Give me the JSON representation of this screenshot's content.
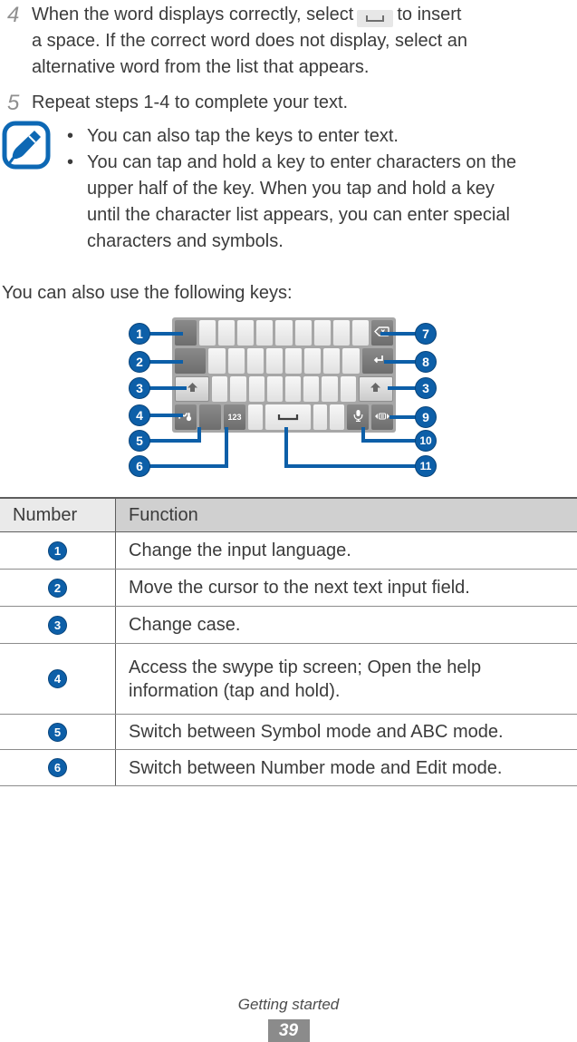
{
  "steps": [
    {
      "number": "4",
      "line1_before_icon": "When the word displays correctly, select",
      "line1_after_icon": "to insert",
      "line2": "a space. If the correct word does not display, select an",
      "line3": "alternative word from the list that appears."
    },
    {
      "number": "5",
      "text": "Repeat steps 1-4 to complete your text."
    }
  ],
  "note": {
    "icon": "note-pencil-icon",
    "items": [
      {
        "lines": [
          "You can also tap the keys to enter text."
        ]
      },
      {
        "lines": [
          "You can tap and hold a key to enter characters on the",
          "upper half of the key. When you tap and hold a key",
          "until the character list appears, you can enter special",
          "characters and symbols."
        ]
      }
    ]
  },
  "keys_intro": "You can also use the following keys:",
  "keyboard": {
    "label_123": "123",
    "icons": [
      "language-key",
      "backspace-key-icon",
      "cursor-next-key",
      "enter-key-icon",
      "shift-key-icon",
      "swype-tip-key-icon",
      "symbol-key",
      "number-key",
      "space-key-icon",
      "mic-key-icon",
      "keyboard-mode-key-icon"
    ],
    "callouts_left": [
      "1",
      "2",
      "3",
      "4",
      "5",
      "6"
    ],
    "callouts_right": [
      "7",
      "8",
      "3",
      "9",
      "10",
      "11"
    ]
  },
  "table": {
    "headers": [
      "Number",
      "Function"
    ],
    "rows": [
      {
        "number": "1",
        "function": "Change the input language."
      },
      {
        "number": "2",
        "function": "Move the cursor to the next text input field."
      },
      {
        "number": "3",
        "function": "Change case."
      },
      {
        "number": "4",
        "function": "Access the swype tip screen; Open the help information (tap and hold)."
      },
      {
        "number": "5",
        "function": "Switch between Symbol mode and ABC mode."
      },
      {
        "number": "6",
        "function": "Switch between Number mode and Edit mode."
      }
    ]
  },
  "footer": {
    "section": "Getting started",
    "page_number": "39"
  },
  "colors": {
    "accent_blue": "#0d5fa8",
    "note_blue": "#0d68b4",
    "table_header_bg_left": "#eaeaea",
    "table_header_bg_right": "#d0d0d0",
    "keyboard_frame": "#a7a7a7",
    "dark_key": "#7b7b7b",
    "page_number_bg": "#8b8b8b"
  }
}
